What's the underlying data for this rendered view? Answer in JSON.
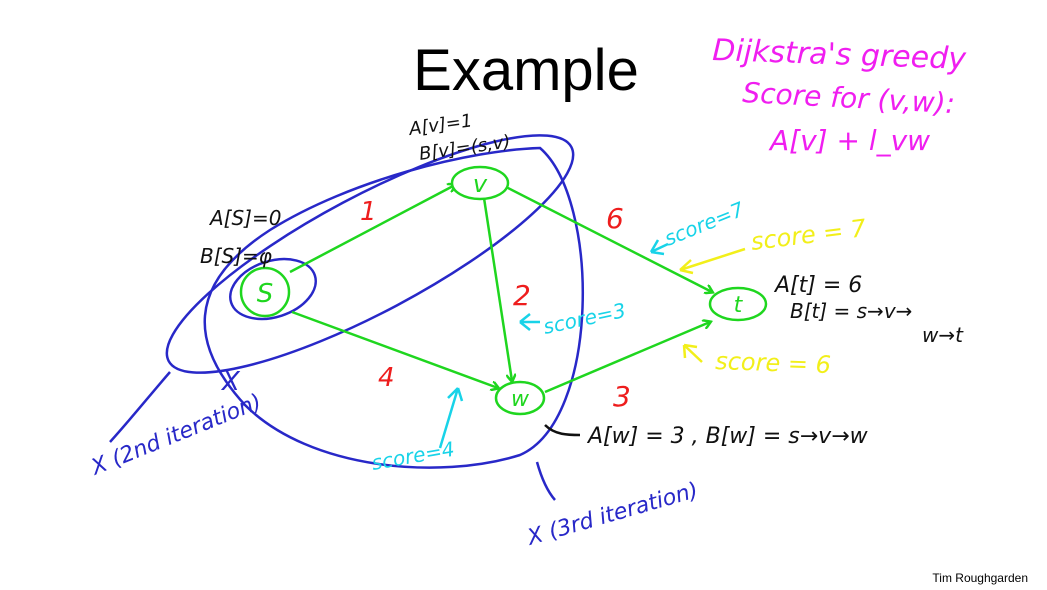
{
  "slide": {
    "title": "Example",
    "credit": "Tim Roughgarden"
  },
  "colors": {
    "graph": "#1fd61f",
    "weights": "#ee1d1d",
    "iteration_sets": "#2828c8",
    "scores": "#18d3e8",
    "scores_alt": "#f2ef1a",
    "annotation": "#f01ef0",
    "text": "#111111"
  },
  "note": {
    "line1": "Dijkstra's greedy",
    "line2": "Score for (v,w):",
    "line3": "A[v] + l_vw"
  },
  "nodes": {
    "s": "S",
    "v": "v",
    "w": "w",
    "t": "t"
  },
  "edges": {
    "sv": "1",
    "sw": "4",
    "vw": "2",
    "vt": "6",
    "wt": "3"
  },
  "labels": {
    "s_dist": "A[S]=0",
    "s_path": "B[S]=φ",
    "v_dist": "A[v]=1",
    "v_path": "B[v]=(s,v)",
    "t_dist": "A[t] = 6",
    "t_path_1": "B[t] = s→v→",
    "t_path_2": "w→t",
    "w_result": "A[w] = 3 , B[w] = s→v→w"
  },
  "scores": {
    "vt_cyan": "score=7",
    "vt_yellow": "score = 7",
    "vw": "score=3",
    "wt": "score = 6",
    "sw": "score=4"
  },
  "iterations": {
    "second": "X (2nd iteration)",
    "third": "X (3rd iteration)"
  }
}
